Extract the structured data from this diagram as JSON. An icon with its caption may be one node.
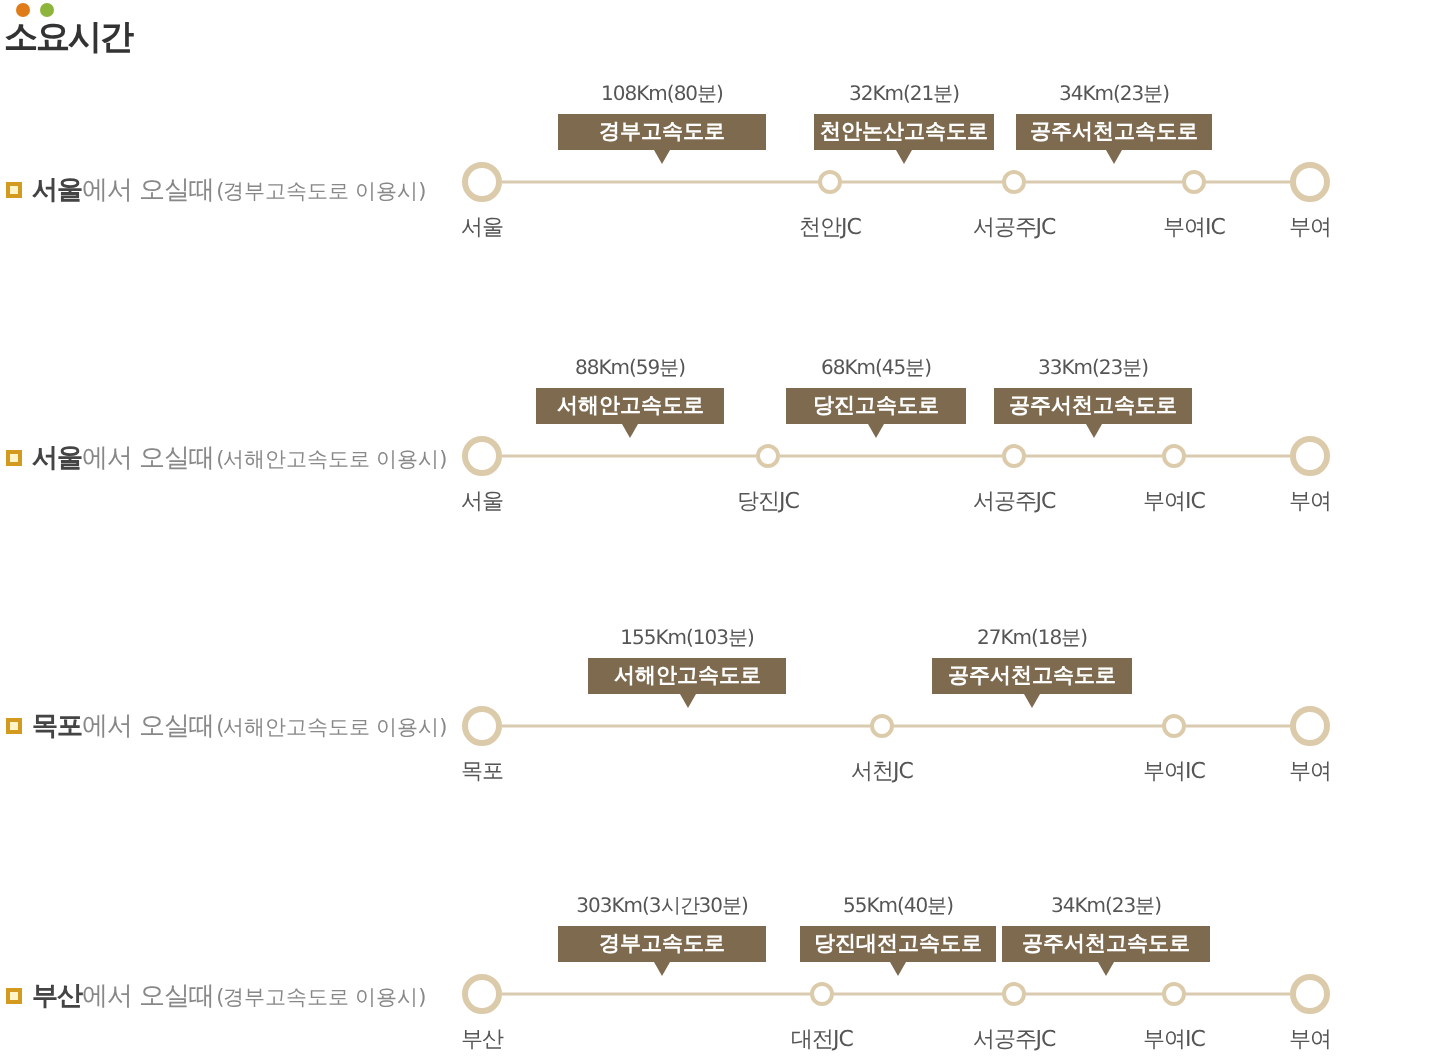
{
  "diagram": {
    "title": "소요시간",
    "nodes": [
      {
        "text": [
          "경부고속도로"
        ],
        "beside": [
          "108Km(80분)"
        ]
      },
      {
        "text": [
          "천안논산고속도로"
        ],
        "beside": [
          "32Km(21분)"
        ]
      },
      {
        "text": [
          "공주서천고속도로"
        ],
        "beside": [
          "34Km(23분)"
        ]
      },
      {
        "text": [
          "서울"
        ]
      },
      {
        "text": [
          "천안JC"
        ]
      },
      {
        "text": [
          "서공주JC"
        ]
      },
      {
        "text": [
          "부여IC"
        ]
      },
      {
        "text": [
          "부여"
        ]
      },
      {
        "text": [
          "서해안고속도로"
        ],
        "beside": [
          "88Km(59분)"
        ]
      },
      {
        "text": [
          "당진고속도로"
        ],
        "beside": [
          "68Km(45분)"
        ]
      },
      {
        "text": [
          "공주서천고속도로"
        ],
        "beside": [
          "33Km(23분)"
        ]
      },
      {
        "text": [
          "서울"
        ]
      },
      {
        "text": [
          "당진JC"
        ]
      },
      {
        "text": [
          "서공주JC"
        ]
      },
      {
        "text": [
          "부여IC"
        ]
      },
      {
        "text": [
          "부여"
        ]
      },
      {
        "text": [
          "서해안고속도로"
        ],
        "beside": [
          "155Km(103분)"
        ]
      },
      {
        "text": [
          "공주서천고속도로"
        ],
        "beside": [
          "27Km(18분)"
        ]
      },
      {
        "text": [
          "목포"
        ]
      },
      {
        "text": [
          "서천JC"
        ]
      },
      {
        "text": [
          "부여IC"
        ]
      },
      {
        "text": [
          "부여"
        ]
      },
      {
        "text": [
          "경부고속도로"
        ],
        "beside": [
          "303Km(3시간30분)"
        ]
      },
      {
        "text": [
          "당진대전고속도로"
        ],
        "beside": [
          "55Km(40분)"
        ]
      },
      {
        "text": [
          "공주서천고속도로"
        ],
        "beside": [
          "34Km(23분)"
        ]
      },
      {
        "text": [
          "부산"
        ]
      },
      {
        "text": [
          "대전JC"
        ]
      },
      {
        "text": [
          "서공주JC"
        ]
      },
      {
        "text": [
          "부여IC"
        ]
      },
      {
        "text": [
          "부여"
        ]
      }
    ],
    "edges": [
      {
        "from": 3,
        "to": 4,
        "arrow": "none"
      },
      {
        "from": 4,
        "to": 5,
        "arrow": "none"
      },
      {
        "from": 5,
        "to": 6,
        "arrow": "none"
      },
      {
        "from": 6,
        "to": 7,
        "arrow": "none"
      },
      {
        "from": 11,
        "to": 12,
        "arrow": "none"
      },
      {
        "from": 12,
        "to": 13,
        "arrow": "none"
      },
      {
        "from": 13,
        "to": 14,
        "arrow": "none"
      },
      {
        "from": 14,
        "to": 15,
        "arrow": "none"
      },
      {
        "from": 18,
        "to": 19,
        "arrow": "none"
      },
      {
        "from": 19,
        "to": 20,
        "arrow": "none"
      },
      {
        "from": 20,
        "to": 21,
        "arrow": "none"
      },
      {
        "from": 25,
        "to": 26,
        "arrow": "none"
      },
      {
        "from": 26,
        "to": 27,
        "arrow": "none"
      },
      {
        "from": 27,
        "to": 28,
        "arrow": "none"
      },
      {
        "from": 28,
        "to": 29,
        "arrow": "none"
      }
    ],
    "labels": [
      "**서울**에서 오실때",
      "(경부고속도로 이용시)",
      "**서울**에서 오실때",
      "(서해안고속도로 이용시)",
      "**목포**에서 오실때",
      "(서해안고속도로 이용시)",
      "**부산**에서 오실때",
      "(경부고속도로 이용시)"
    ]
  }
}
